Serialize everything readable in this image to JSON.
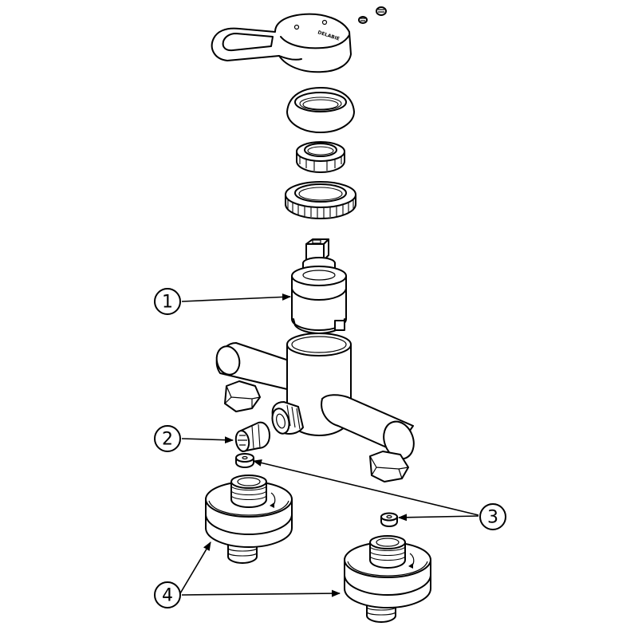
{
  "diagram": {
    "callouts": [
      {
        "id": "1",
        "label": "1"
      },
      {
        "id": "2",
        "label": "2"
      },
      {
        "id": "3",
        "label": "3"
      },
      {
        "id": "4",
        "label": "4"
      }
    ],
    "handle_brand_text": "DELABIE"
  }
}
